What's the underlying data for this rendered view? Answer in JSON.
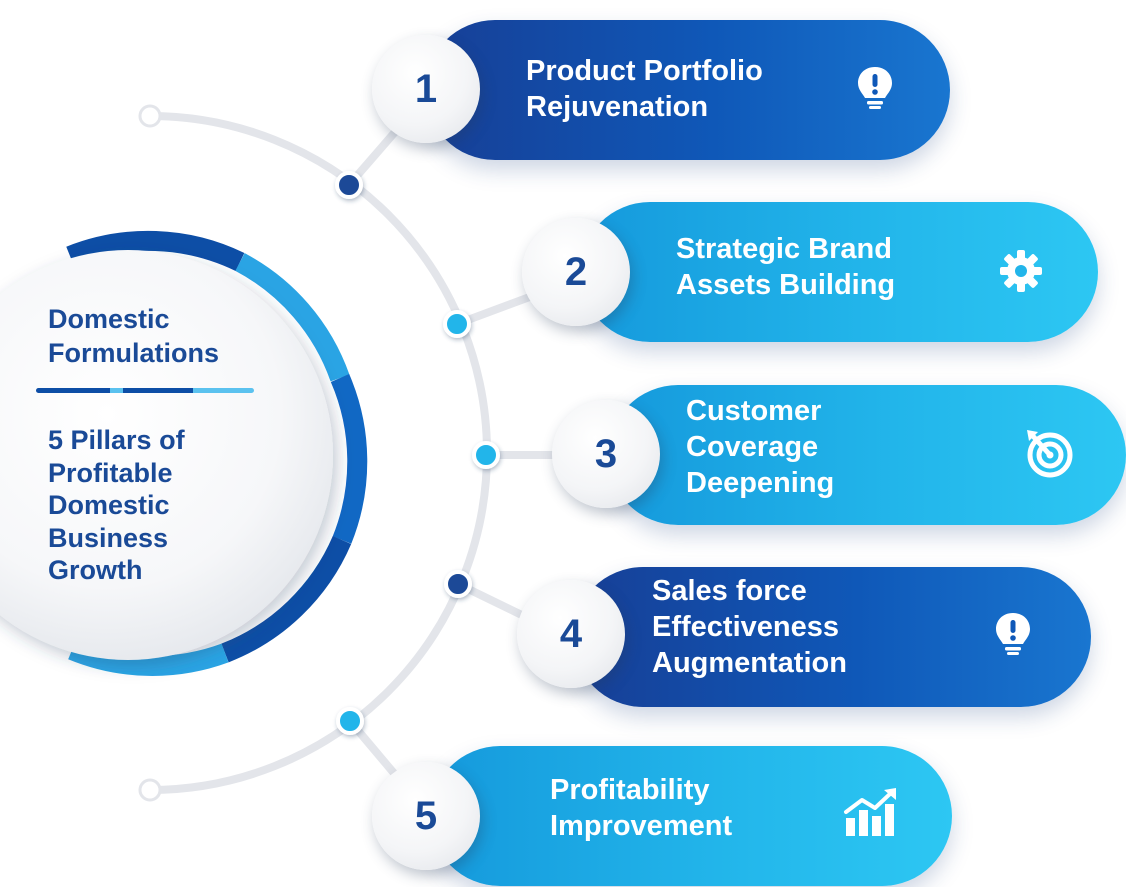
{
  "center": {
    "title": "Domestic Formulations",
    "subtitle": "5 Pillars of Profitable Domestic Business Growth"
  },
  "colors": {
    "dark_blue": "#0f4fa8",
    "light_blue": "#22b5ea",
    "text_blue": "#1a4a97",
    "connector_grey": "#e3e5ea"
  },
  "pillars": [
    {
      "number": "1",
      "label": "Product Portfolio Rejuvenation",
      "icon": "lightbulb-icon",
      "style": "dark"
    },
    {
      "number": "2",
      "label": "Strategic Brand Assets Building",
      "icon": "gear-icon",
      "style": "light"
    },
    {
      "number": "3",
      "label": "Customer Coverage Deepening",
      "icon": "target-icon",
      "style": "light"
    },
    {
      "number": "4",
      "label": "Sales force Effectiveness Augmentation",
      "icon": "lightbulb-icon",
      "style": "dark"
    },
    {
      "number": "5",
      "label": "Profitability Improvement",
      "icon": "growth-chart-icon",
      "style": "light"
    }
  ]
}
